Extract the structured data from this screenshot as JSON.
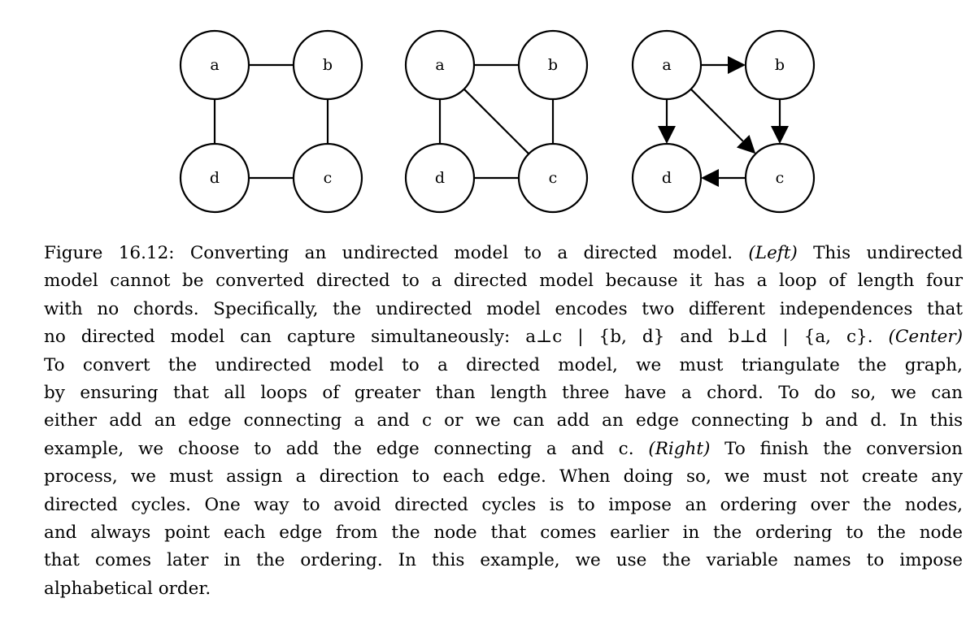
{
  "graphs": [
    {
      "name": "left",
      "nodes": [
        "a",
        "b",
        "c",
        "d"
      ],
      "edges": [
        [
          "a",
          "b"
        ],
        [
          "a",
          "d"
        ],
        [
          "b",
          "c"
        ],
        [
          "d",
          "c"
        ]
      ],
      "directed": false
    },
    {
      "name": "center",
      "nodes": [
        "a",
        "b",
        "c",
        "d"
      ],
      "edges": [
        [
          "a",
          "b"
        ],
        [
          "a",
          "d"
        ],
        [
          "b",
          "c"
        ],
        [
          "d",
          "c"
        ],
        [
          "a",
          "c"
        ]
      ],
      "directed": false
    },
    {
      "name": "right",
      "nodes": [
        "a",
        "b",
        "c",
        "d"
      ],
      "edges": [
        [
          "a",
          "b"
        ],
        [
          "a",
          "d"
        ],
        [
          "b",
          "c"
        ],
        [
          "c",
          "d"
        ],
        [
          "a",
          "c"
        ]
      ],
      "directed": true
    }
  ],
  "caption": {
    "lines": [
      [
        {
          "t": "Figure 16.12: Converting an undirected model to a directed model. "
        },
        {
          "t": "(Left)",
          "i": true
        },
        {
          "t": " This undirected"
        }
      ],
      [
        {
          "t": "model cannot be converted directed to a directed model because it has a loop of length four"
        }
      ],
      [
        {
          "t": "with no chords. Specifically, the undirected model encodes two different independences that"
        }
      ],
      [
        {
          "t": "no directed model can capture simultaneously: a⊥c | {b, d} and b⊥d | {a, c}. "
        },
        {
          "t": "(Center)",
          "i": true
        }
      ],
      [
        {
          "t": "To convert the undirected model to a directed model, we must triangulate the graph,"
        }
      ],
      [
        {
          "t": "by ensuring that all loops of greater than length three have a chord. To do so, we can"
        }
      ],
      [
        {
          "t": "either add an edge connecting a and c or we can add an edge connecting b and d. In this"
        }
      ],
      [
        {
          "t": "example, we choose to add the edge connecting a and c. "
        },
        {
          "t": "(Right)",
          "i": true
        },
        {
          "t": " To finish the conversion"
        }
      ],
      [
        {
          "t": "process, we must assign a direction to each edge. When doing so, we must not create any"
        }
      ],
      [
        {
          "t": "directed cycles. One way to avoid directed cycles is to impose an ordering over the nodes,"
        }
      ],
      [
        {
          "t": "and always point each edge from the node that comes earlier in the ordering to the node"
        }
      ],
      [
        {
          "t": "that comes later in the ordering. In this example, we use the variable names to impose"
        }
      ],
      [
        {
          "t": "alphabetical order."
        }
      ]
    ]
  }
}
